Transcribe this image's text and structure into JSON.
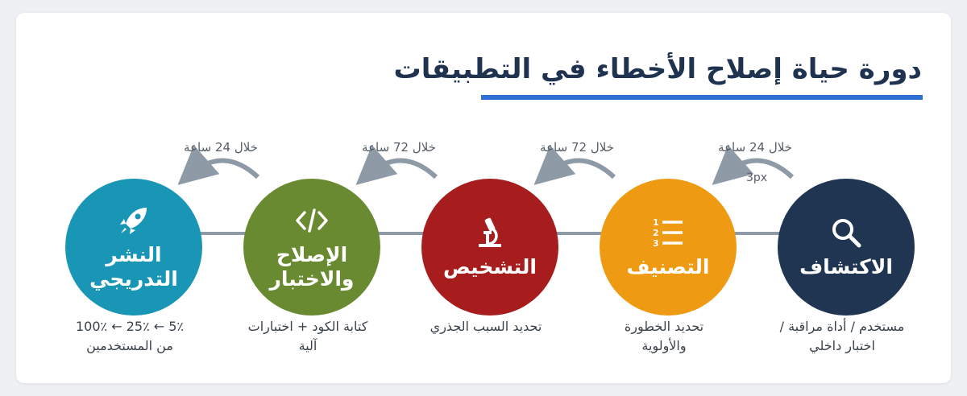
{
  "title": "دورة حياة إصلاح الأخطاء في التطبيقات",
  "colors": {
    "title": "#1f3350",
    "underline": "#2f6fd4",
    "connector": "#8f9aa7",
    "stage_detection": "#1f3552",
    "stage_classification": "#ee9a12",
    "stage_diagnosis": "#a71c1c",
    "stage_fix": "#6a8a32",
    "stage_deploy": "#1996b5"
  },
  "stages": [
    {
      "title": "الاكتشاف",
      "icon": "magnifier-icon",
      "description": "مستخدم / أداة مراقبة /\nاختبار داخلي"
    },
    {
      "title": "التصنيف",
      "icon": "numbered-list-icon",
      "description": "تحديد الخطورة\nوالأولوية"
    },
    {
      "title": "التشخيص",
      "icon": "microscope-icon",
      "description": "تحديد السبب الجذري"
    },
    {
      "title": "الإصلاح\nوالاختبار",
      "icon": "code-icon",
      "description": "كتابة الكود + اختبارات\nآلية"
    },
    {
      "title": "النشر\nالتدريجي",
      "icon": "rocket-icon",
      "description": "5٪ ← 25٪ ← 100٪\nمن المستخدمين"
    }
  ],
  "timings": [
    "خلال 24 ساعة",
    "خلال 72 ساعة",
    "خلال 72 ساعة",
    "خلال 24 ساعة"
  ],
  "arrow_note": "3px"
}
